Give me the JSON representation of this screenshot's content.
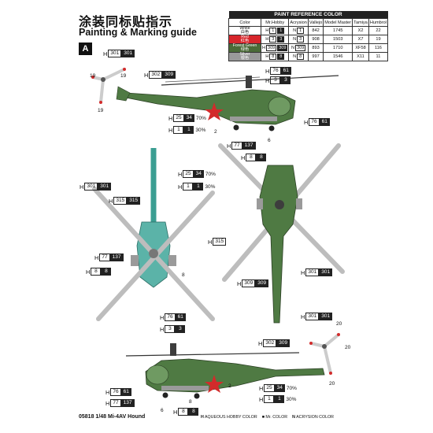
{
  "header": {
    "title_cn": "涂装同标贴指示",
    "title_en": "Painting & Marking guide",
    "section_letter": "A"
  },
  "ref_table": {
    "title": "PAINT REFERENCE COLOR",
    "columns": [
      "Color",
      "Mr.Hobby",
      "Acrysion",
      "Vallejo",
      "Model Master",
      "Tamiya",
      "Humbrol"
    ],
    "rows": [
      {
        "color": "White",
        "color_cn": "白色",
        "swatch": "#ffffff",
        "text": "#111",
        "h": "1",
        "n": "1",
        "vallejo": "842",
        "mm": "1745",
        "tamiya": "X2",
        "humbrol": "22"
      },
      {
        "color": "Red",
        "color_cn": "红色",
        "swatch": "#d7262b",
        "text": "#ffffff",
        "h": "3",
        "n": "3",
        "vallejo": "908",
        "mm": "1503",
        "tamiya": "X7",
        "humbrol": "19"
      },
      {
        "color": "Forest Green",
        "color_cn": "绿色",
        "swatch": "#4b6b38",
        "text": "#ffffff",
        "h": "309",
        "n": "309",
        "vallejo": "893",
        "mm": "1710",
        "tamiya": "XF58",
        "humbrol": "116"
      },
      {
        "color": "Silver",
        "color_cn": "银色",
        "swatch": "#9a9a9a",
        "text": "#ffffff",
        "h": "8",
        "n": "8",
        "vallejo": "997",
        "mm": "1546",
        "tamiya": "X11",
        "humbrol": "11"
      }
    ]
  },
  "callouts": {
    "c301_side": {
      "h": "H",
      "code": "301",
      "code2": "301"
    },
    "c302_side": {
      "h": "H",
      "code": "302",
      "code2": "309"
    },
    "c76": {
      "h": "H",
      "code": "76",
      "code2": "61"
    },
    "c3": {
      "h": "H",
      "code": "3",
      "code2": "3"
    },
    "c25_side": {
      "h": "H",
      "code": "25",
      "code2": "34",
      "pct": "70%"
    },
    "c1_side": {
      "h": "H",
      "code": "1",
      "code2": "1",
      "pct": "30%"
    },
    "c76b": {
      "h": "H",
      "code": "76",
      "code2": "61"
    },
    "c77": {
      "h": "H",
      "code": "77",
      "code2": "137"
    },
    "c8": {
      "h": "H",
      "code": "8",
      "code2": "8"
    },
    "c25_bot": {
      "h": "H",
      "code": "25",
      "code2": "34",
      "pct": "70%"
    },
    "c1_bot": {
      "h": "H",
      "code": "1",
      "code2": "1",
      "pct": "30%"
    },
    "c301_bot": {
      "h": "H",
      "code": "301",
      "code2": "301"
    },
    "c315": {
      "h": "H",
      "code": "315",
      "code2": "315"
    },
    "c77_bot": {
      "h": "H",
      "code": "77",
      "code2": "137"
    },
    "c8_bot": {
      "h": "H",
      "code": "8",
      "code2": "8"
    },
    "c315_top": {
      "h": "H",
      "code": "315",
      "code2": ""
    },
    "c309_top": {
      "h": "H",
      "code": "309",
      "code2": "309"
    },
    "c301_top": {
      "h": "H",
      "code": "301",
      "code2": "301"
    },
    "c76_s2": {
      "h": "H",
      "code": "76",
      "code2": "61"
    },
    "c3_s2": {
      "h": "H",
      "code": "3",
      "code2": "3"
    },
    "c302_s2": {
      "h": "H",
      "code": "302",
      "code2": "309"
    },
    "c301_s2": {
      "h": "H",
      "code": "301",
      "code2": "301"
    },
    "c76_s2b": {
      "h": "H",
      "code": "76",
      "code2": "61"
    },
    "c77_s2": {
      "h": "H",
      "code": "77",
      "code2": "137"
    },
    "c8_s2": {
      "h": "H",
      "code": "8",
      "code2": "8"
    },
    "c25_s2": {
      "h": "H",
      "code": "25",
      "code2": "34",
      "pct": "70%"
    },
    "c1_s2": {
      "h": "H",
      "code": "1",
      "code2": "1",
      "pct": "30%"
    }
  },
  "numbers": {
    "n19a": "19",
    "n19b": "19",
    "n19c": "19",
    "n2": "2",
    "n6": "6",
    "n8": "8",
    "n20a": "20",
    "n20b": "20",
    "n20c": "20",
    "n2b": "2",
    "n6b": "6",
    "n8b": "8"
  },
  "footer": {
    "code": "05818",
    "scale": "1/48",
    "name": "Mi-4AV Hound"
  },
  "legend": {
    "h_key": "H",
    "h_text": "AQUEOUS HOBBY COLOR",
    "m_key": "■",
    "m_text": "Mr. COLOR",
    "n_key": "N",
    "n_text": "ACRYSION COLOR"
  },
  "colors": {
    "green": "#4f7a43",
    "teal": "#5bb3a8",
    "red": "#d22b2b"
  }
}
